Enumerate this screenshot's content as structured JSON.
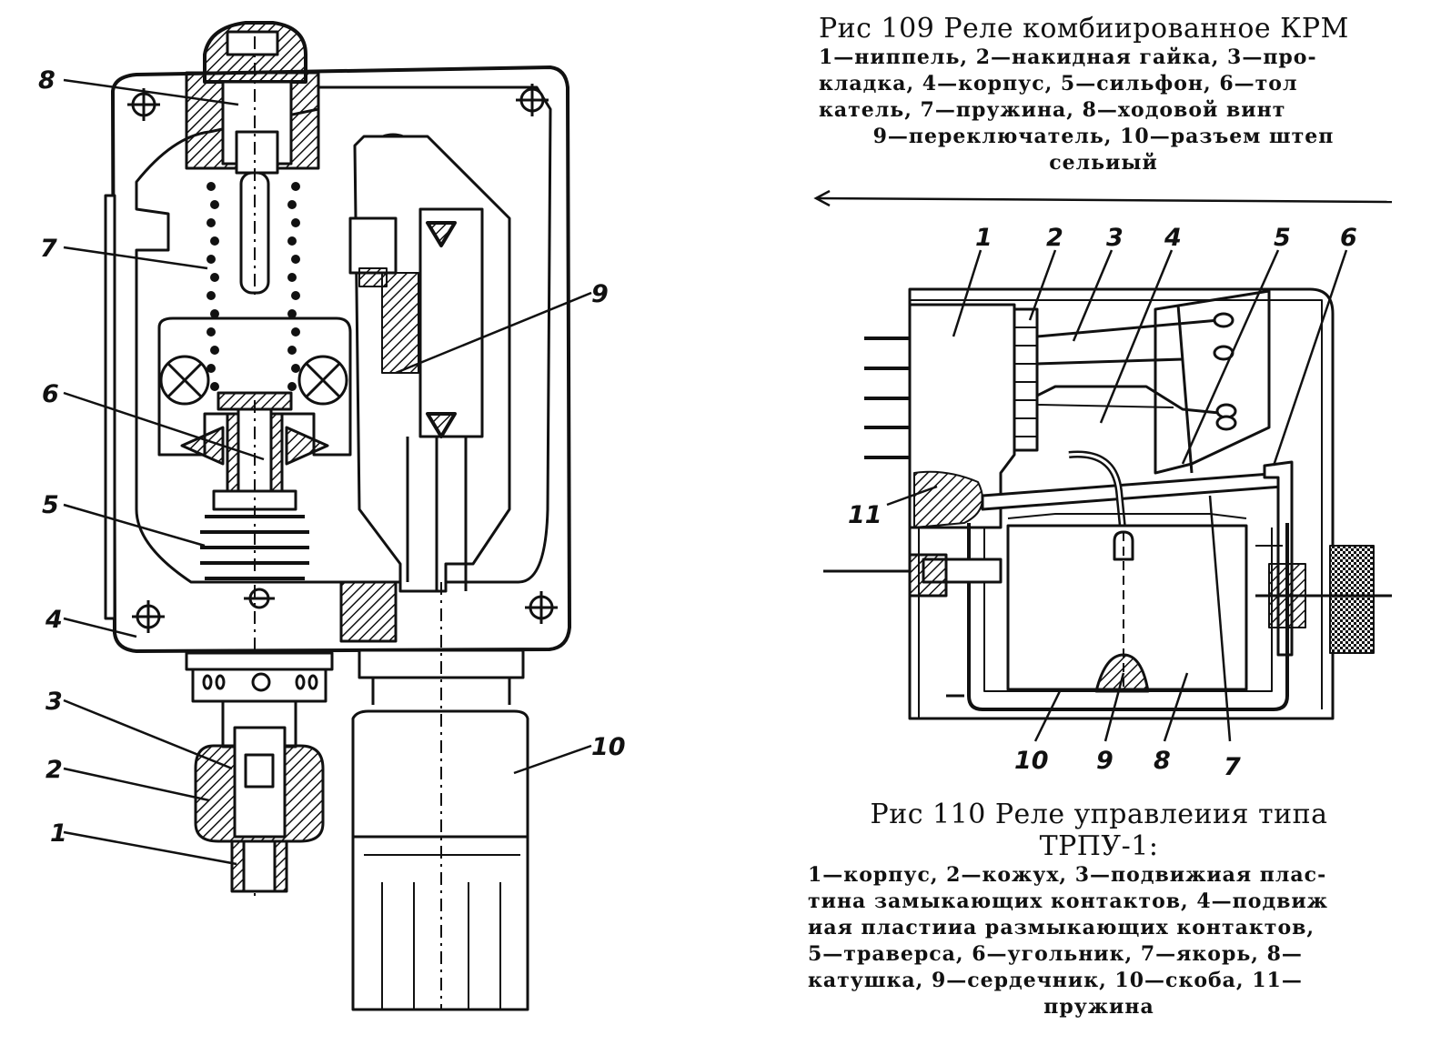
{
  "fig109": {
    "title": "Рис  109  Реле комбиированное КРМ",
    "caption_lines": [
      "1—ниппель, 2—накидная гайка, 3—про-",
      "кладка, 4—корпус, 5—сильфон, 6—тол",
      "катель, 7—пружина, 8—ходовой винт",
      "9—переключатель, 10—разъем штеп",
      "сельиый"
    ],
    "callouts": [
      "8",
      "7",
      "9",
      "6",
      "5",
      "4",
      "3",
      "2",
      "1",
      "10"
    ]
  },
  "fig110": {
    "title_line1": "Рис  110  Реле управлеиия типа",
    "title_line2": "ТРПУ-1:",
    "caption_lines": [
      "1—корпус, 2—кожух, 3—подвижиая плас-",
      "тина замыкающих контактов, 4—подвиж",
      "иая пластииа размыкающих контактов,",
      "5—траверса, 6—угольник, 7—якорь, 8—",
      "катушка, 9—сердечник, 10—скоба, 11—",
      "пружина"
    ],
    "callouts_top": [
      "1",
      "2",
      "3",
      "4",
      "5",
      "6"
    ],
    "callouts_bottom": [
      "10",
      "9",
      "8",
      "7"
    ],
    "callout_side": "11"
  }
}
